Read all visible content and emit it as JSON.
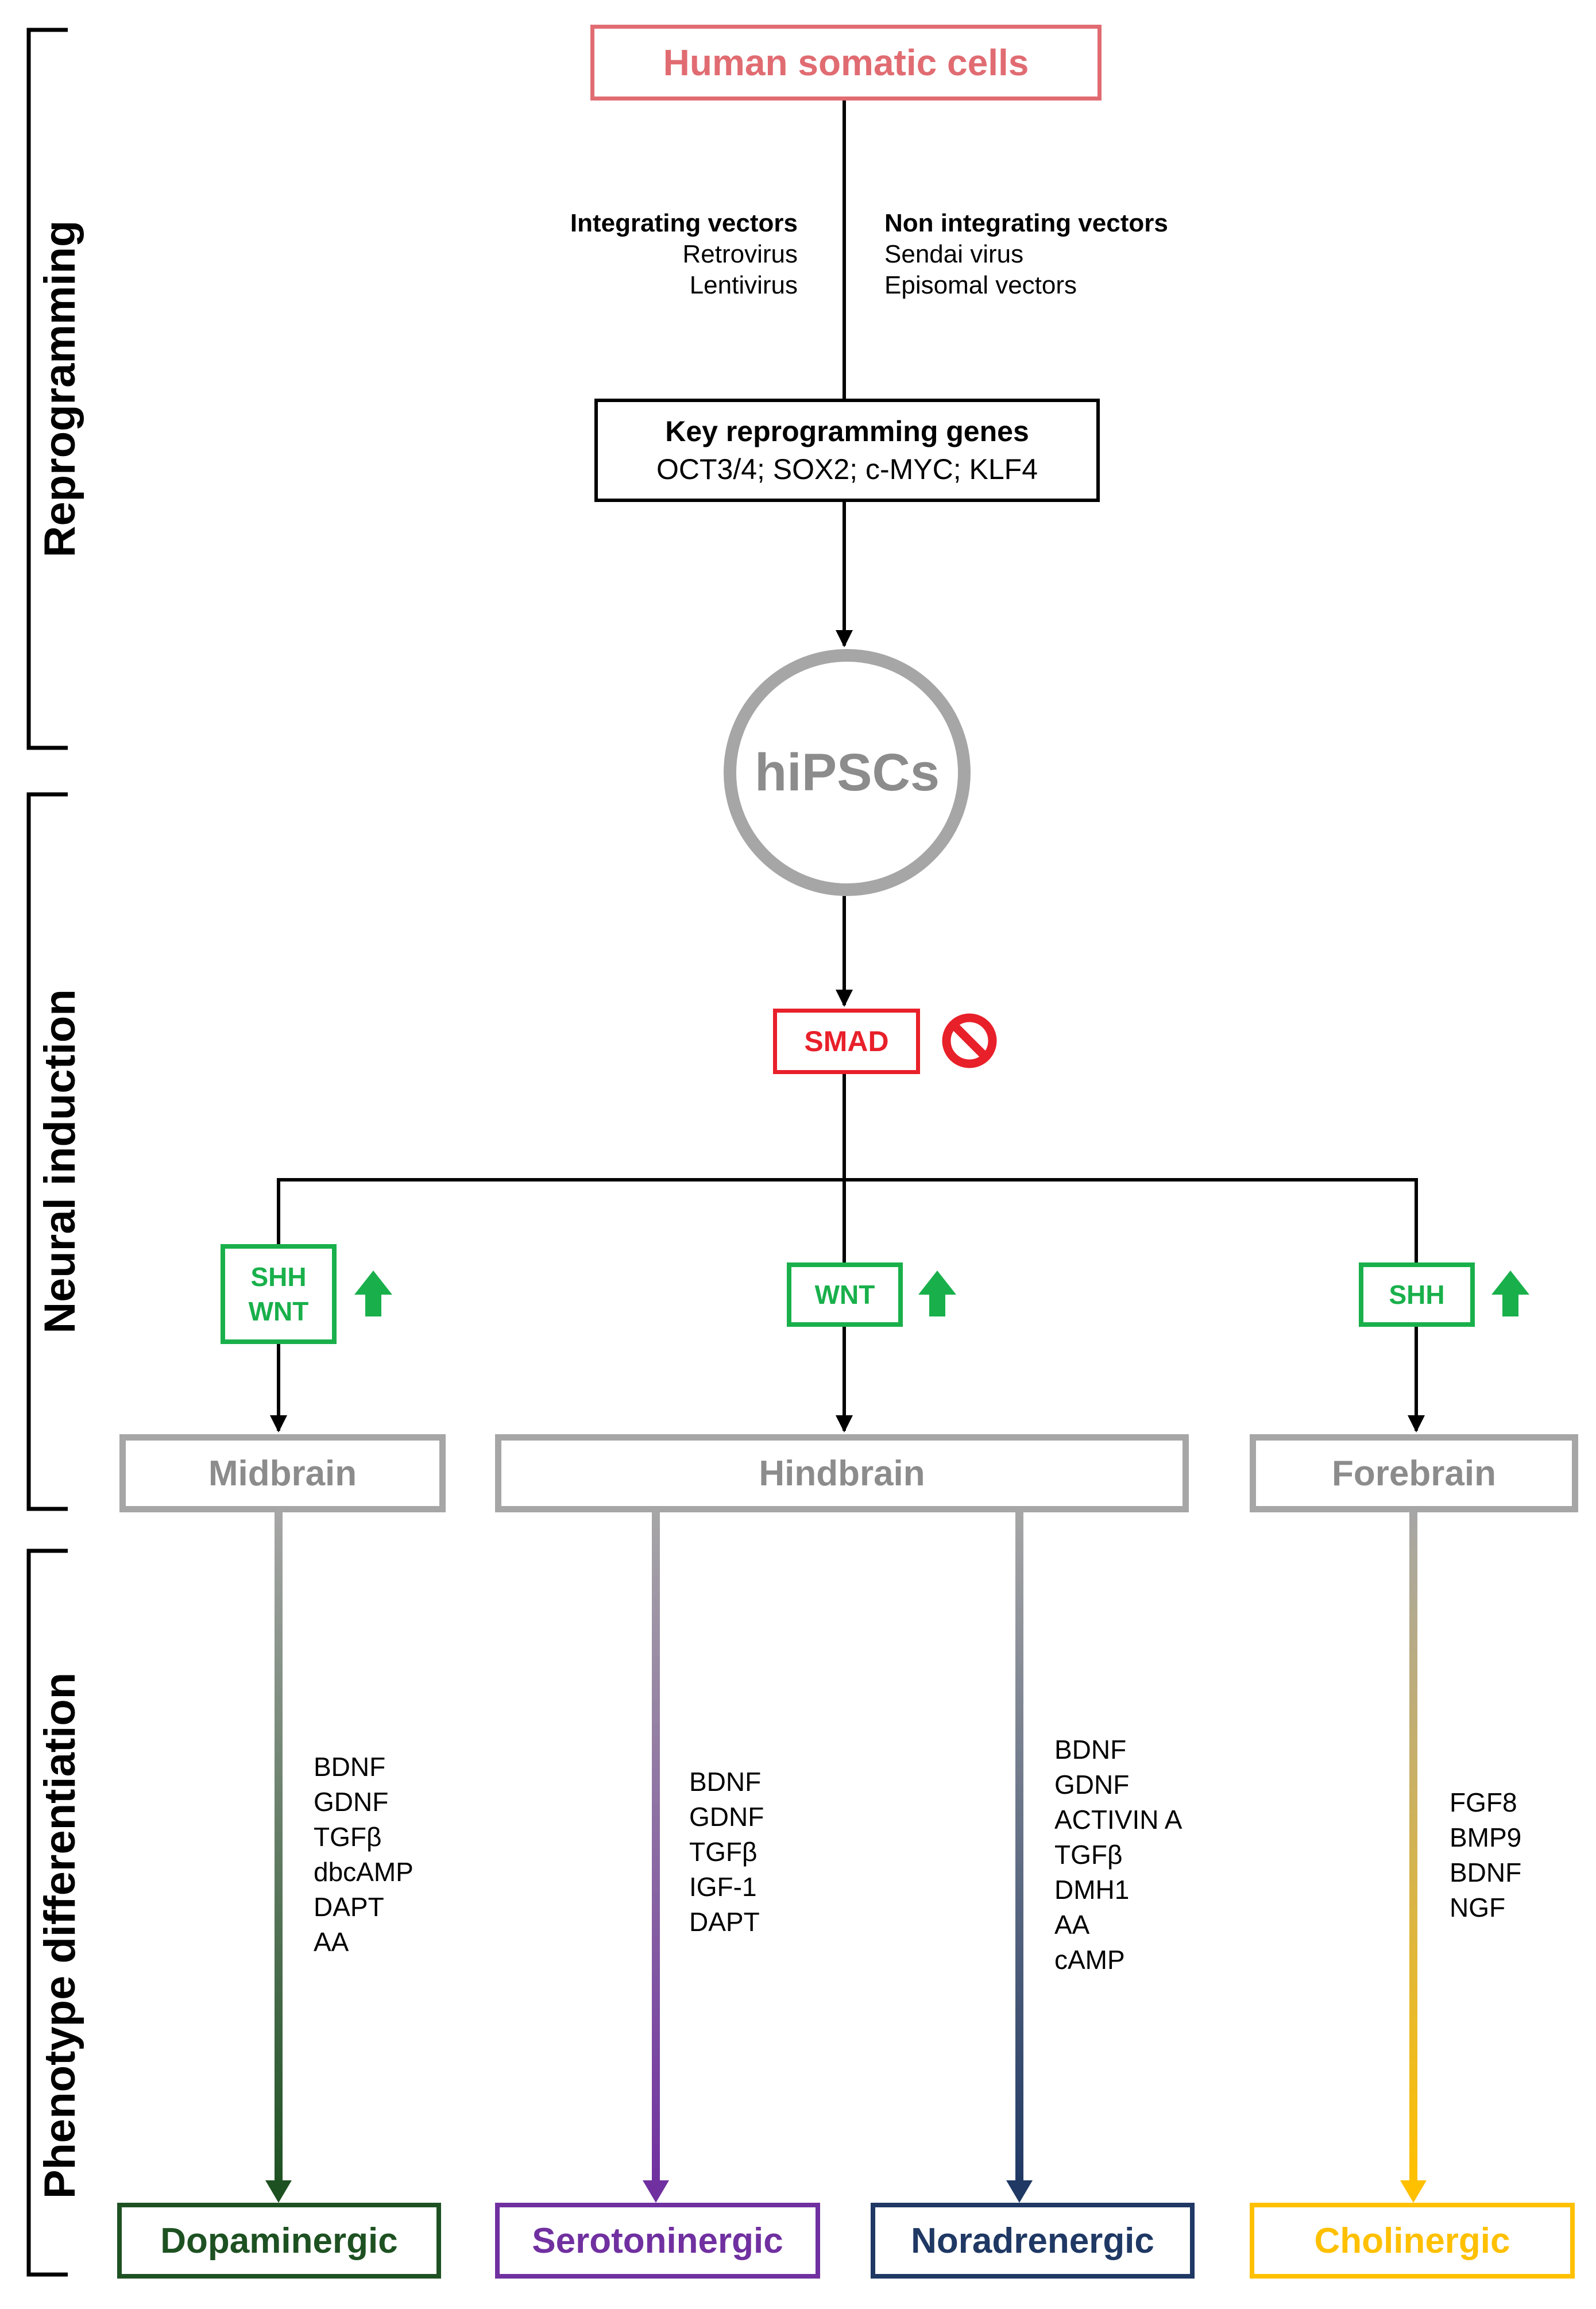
{
  "stages": {
    "reprogramming": "Reprogramming",
    "neural_induction": "Neural induction",
    "phenotype_differentiation": "Phenotype differentiation"
  },
  "somatic_cells": "Human somatic cells",
  "vectors": {
    "integrating": {
      "title": "Integrating vectors",
      "items": [
        "Retrovirus",
        "Lentivirus"
      ]
    },
    "non_integrating": {
      "title": "Non integrating vectors",
      "items": [
        "Sendai virus",
        "Episomal vectors"
      ]
    }
  },
  "key_genes": {
    "title": "Key reprogramming genes",
    "list": "OCT3/4; SOX2; c-MYC; KLF4"
  },
  "hipscs": "hiPSCs",
  "smad": "SMAD",
  "signals": {
    "midbrain": [
      "SHH",
      "WNT"
    ],
    "hindbrain": [
      "WNT"
    ],
    "forebrain": [
      "SHH"
    ]
  },
  "regions": {
    "midbrain": "Midbrain",
    "hindbrain": "Hindbrain",
    "forebrain": "Forebrain"
  },
  "factors": {
    "dopaminergic": [
      "BDNF",
      "GDNF",
      "TGFβ",
      "dbcAMP",
      "DAPT",
      "AA"
    ],
    "serotoninergic": [
      "BDNF",
      "GDNF",
      "TGFβ",
      "IGF-1",
      "DAPT"
    ],
    "noradrenergic": [
      "BDNF",
      "GDNF",
      "ACTIVIN A",
      "TGFβ",
      "DMH1",
      "AA",
      "cAMP"
    ],
    "cholinergic": [
      "FGF8",
      "BMP9",
      "BDNF",
      "NGF"
    ]
  },
  "phenotypes": {
    "dopaminergic": "Dopaminergic",
    "serotoninergic": "Serotoninergic",
    "noradrenergic": "Noradrenergic",
    "cholinergic": "Cholinergic"
  },
  "colors": {
    "somatic": "#e06c72",
    "smad": "#e8202a",
    "signal": "#19b04b",
    "region": "#a6a6a6",
    "dopaminergic": "#1e5122",
    "serotoninergic": "#7030a0",
    "noradrenergic": "#1f3864",
    "cholinergic": "#ffc000"
  },
  "icons": {
    "inhibition": "prohibition-icon",
    "upregulation": "up-arrow-icon"
  }
}
